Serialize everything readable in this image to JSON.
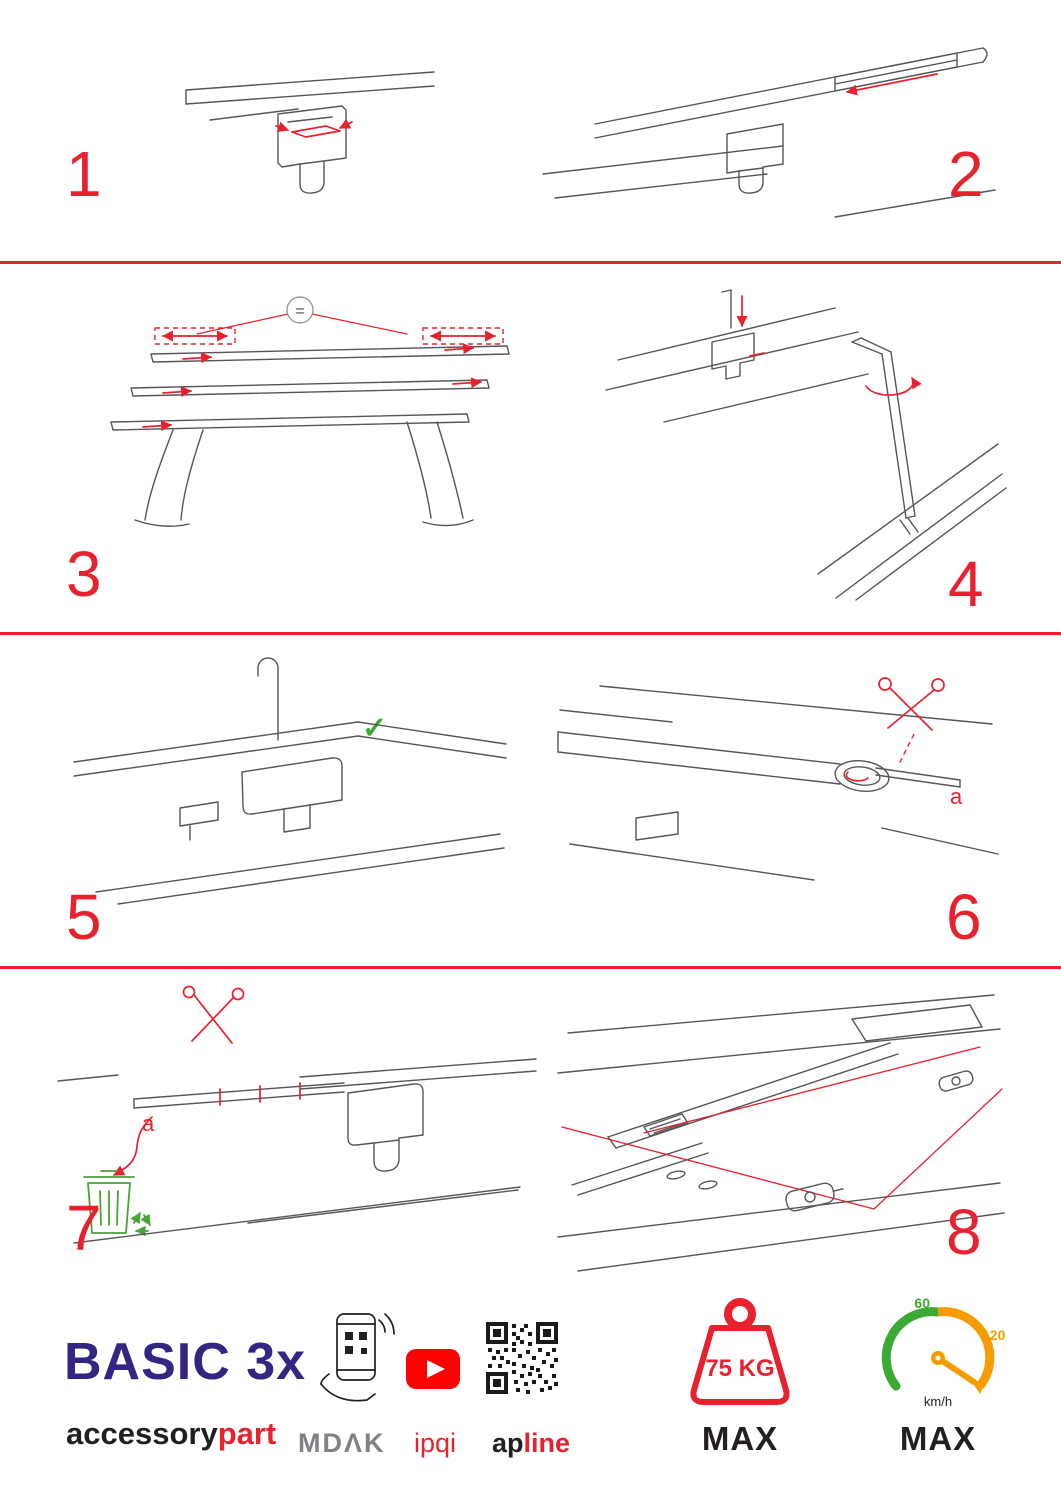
{
  "page": {
    "accent_red": "#e8212e",
    "brand_navy": "#312783",
    "check_green": "#3aaa35",
    "recycle_green": "#4ba13a",
    "line_gray": "#54565a"
  },
  "steps": [
    {
      "number": "1"
    },
    {
      "number": "2"
    },
    {
      "number": "3"
    },
    {
      "number": "4"
    },
    {
      "number": "5"
    },
    {
      "number": "6"
    },
    {
      "number": "7"
    },
    {
      "number": "8"
    }
  ],
  "annotations": {
    "equal_symbol": "=",
    "check_symbol": "✓",
    "label_a": "a"
  },
  "footer": {
    "product_name": "BASIC 3x",
    "brand_black": "accessory",
    "brand_red": "part",
    "partner_mdak": "MDΛK",
    "partner_ipqi": "ipqi",
    "partner_apline_dark": "ap",
    "partner_apline_red": "line",
    "weight_value": "75 KG",
    "weight_max_label": "MAX",
    "speed_tick_low": "60",
    "speed_tick_high": "120",
    "speed_unit": "km/h",
    "speed_max_label": "MAX"
  }
}
